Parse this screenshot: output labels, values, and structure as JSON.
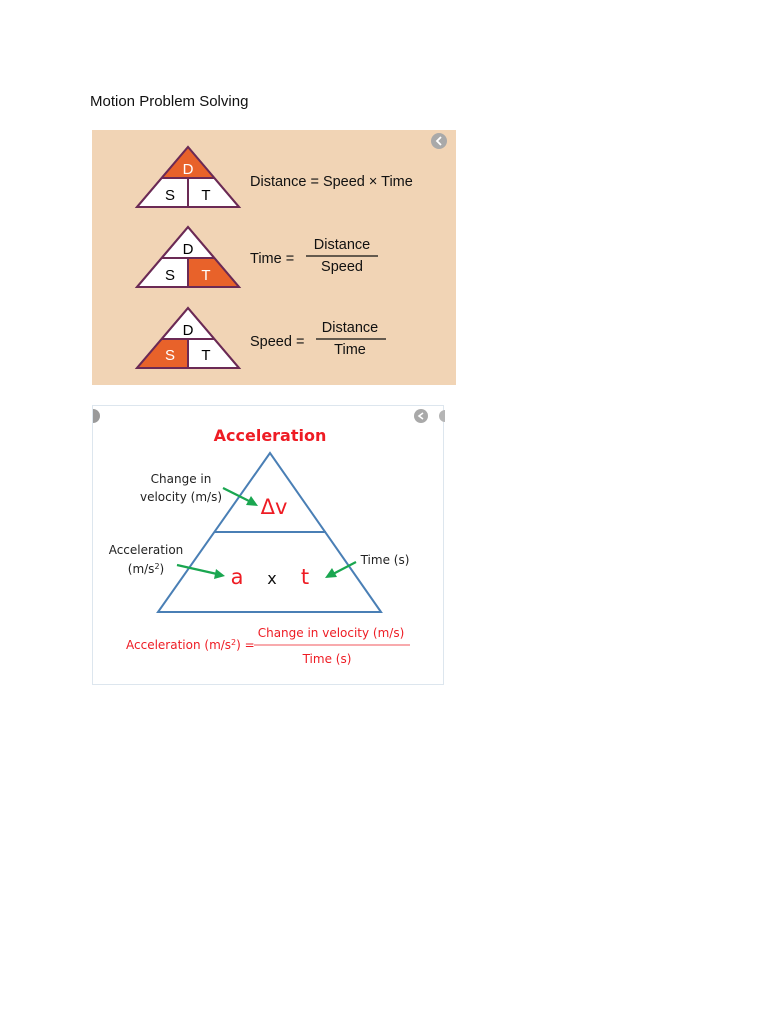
{
  "document": {
    "title": "Motion Problem Solving"
  },
  "dst_figure": {
    "colors": {
      "background": "#f1d4b5",
      "highlight": "#e8622a",
      "outline": "#6b2a55"
    },
    "triangle_letters": {
      "top": "D",
      "left": "S",
      "right": "T"
    },
    "formulas": [
      {
        "highlight": "D",
        "text": "Distance = Speed × Time"
      },
      {
        "highlight": "T",
        "lhs": "Time =",
        "numerator": "Distance",
        "denominator": "Speed"
      },
      {
        "highlight": "S",
        "lhs": "Speed =",
        "numerator": "Distance",
        "denominator": "Time"
      }
    ],
    "nav_icon": "chevron-left-icon"
  },
  "acceleration_figure": {
    "colors": {
      "red": "#ee1c24",
      "green": "#1aa650",
      "triangle": "#4a7fb5"
    },
    "title": "Acceleration",
    "labels": {
      "change_in_velocity_line1": "Change in",
      "change_in_velocity_line2": "velocity (m/s)",
      "acceleration_line1": "Acceleration",
      "acceleration_line2_base": "(m/s",
      "acceleration_line2_sup": "2",
      "acceleration_line2_end": ")",
      "time": "Time (s)"
    },
    "symbols": {
      "delta_v": "Δv",
      "a": "a",
      "times": "x",
      "t": "t"
    },
    "equation": {
      "lhs_base": "Acceleration (m/s",
      "lhs_sup": "2",
      "lhs_end": ") =",
      "numerator": "Change in velocity (m/s)",
      "denominator": "Time (s)"
    },
    "nav_icon": "chevron-left-icon"
  }
}
